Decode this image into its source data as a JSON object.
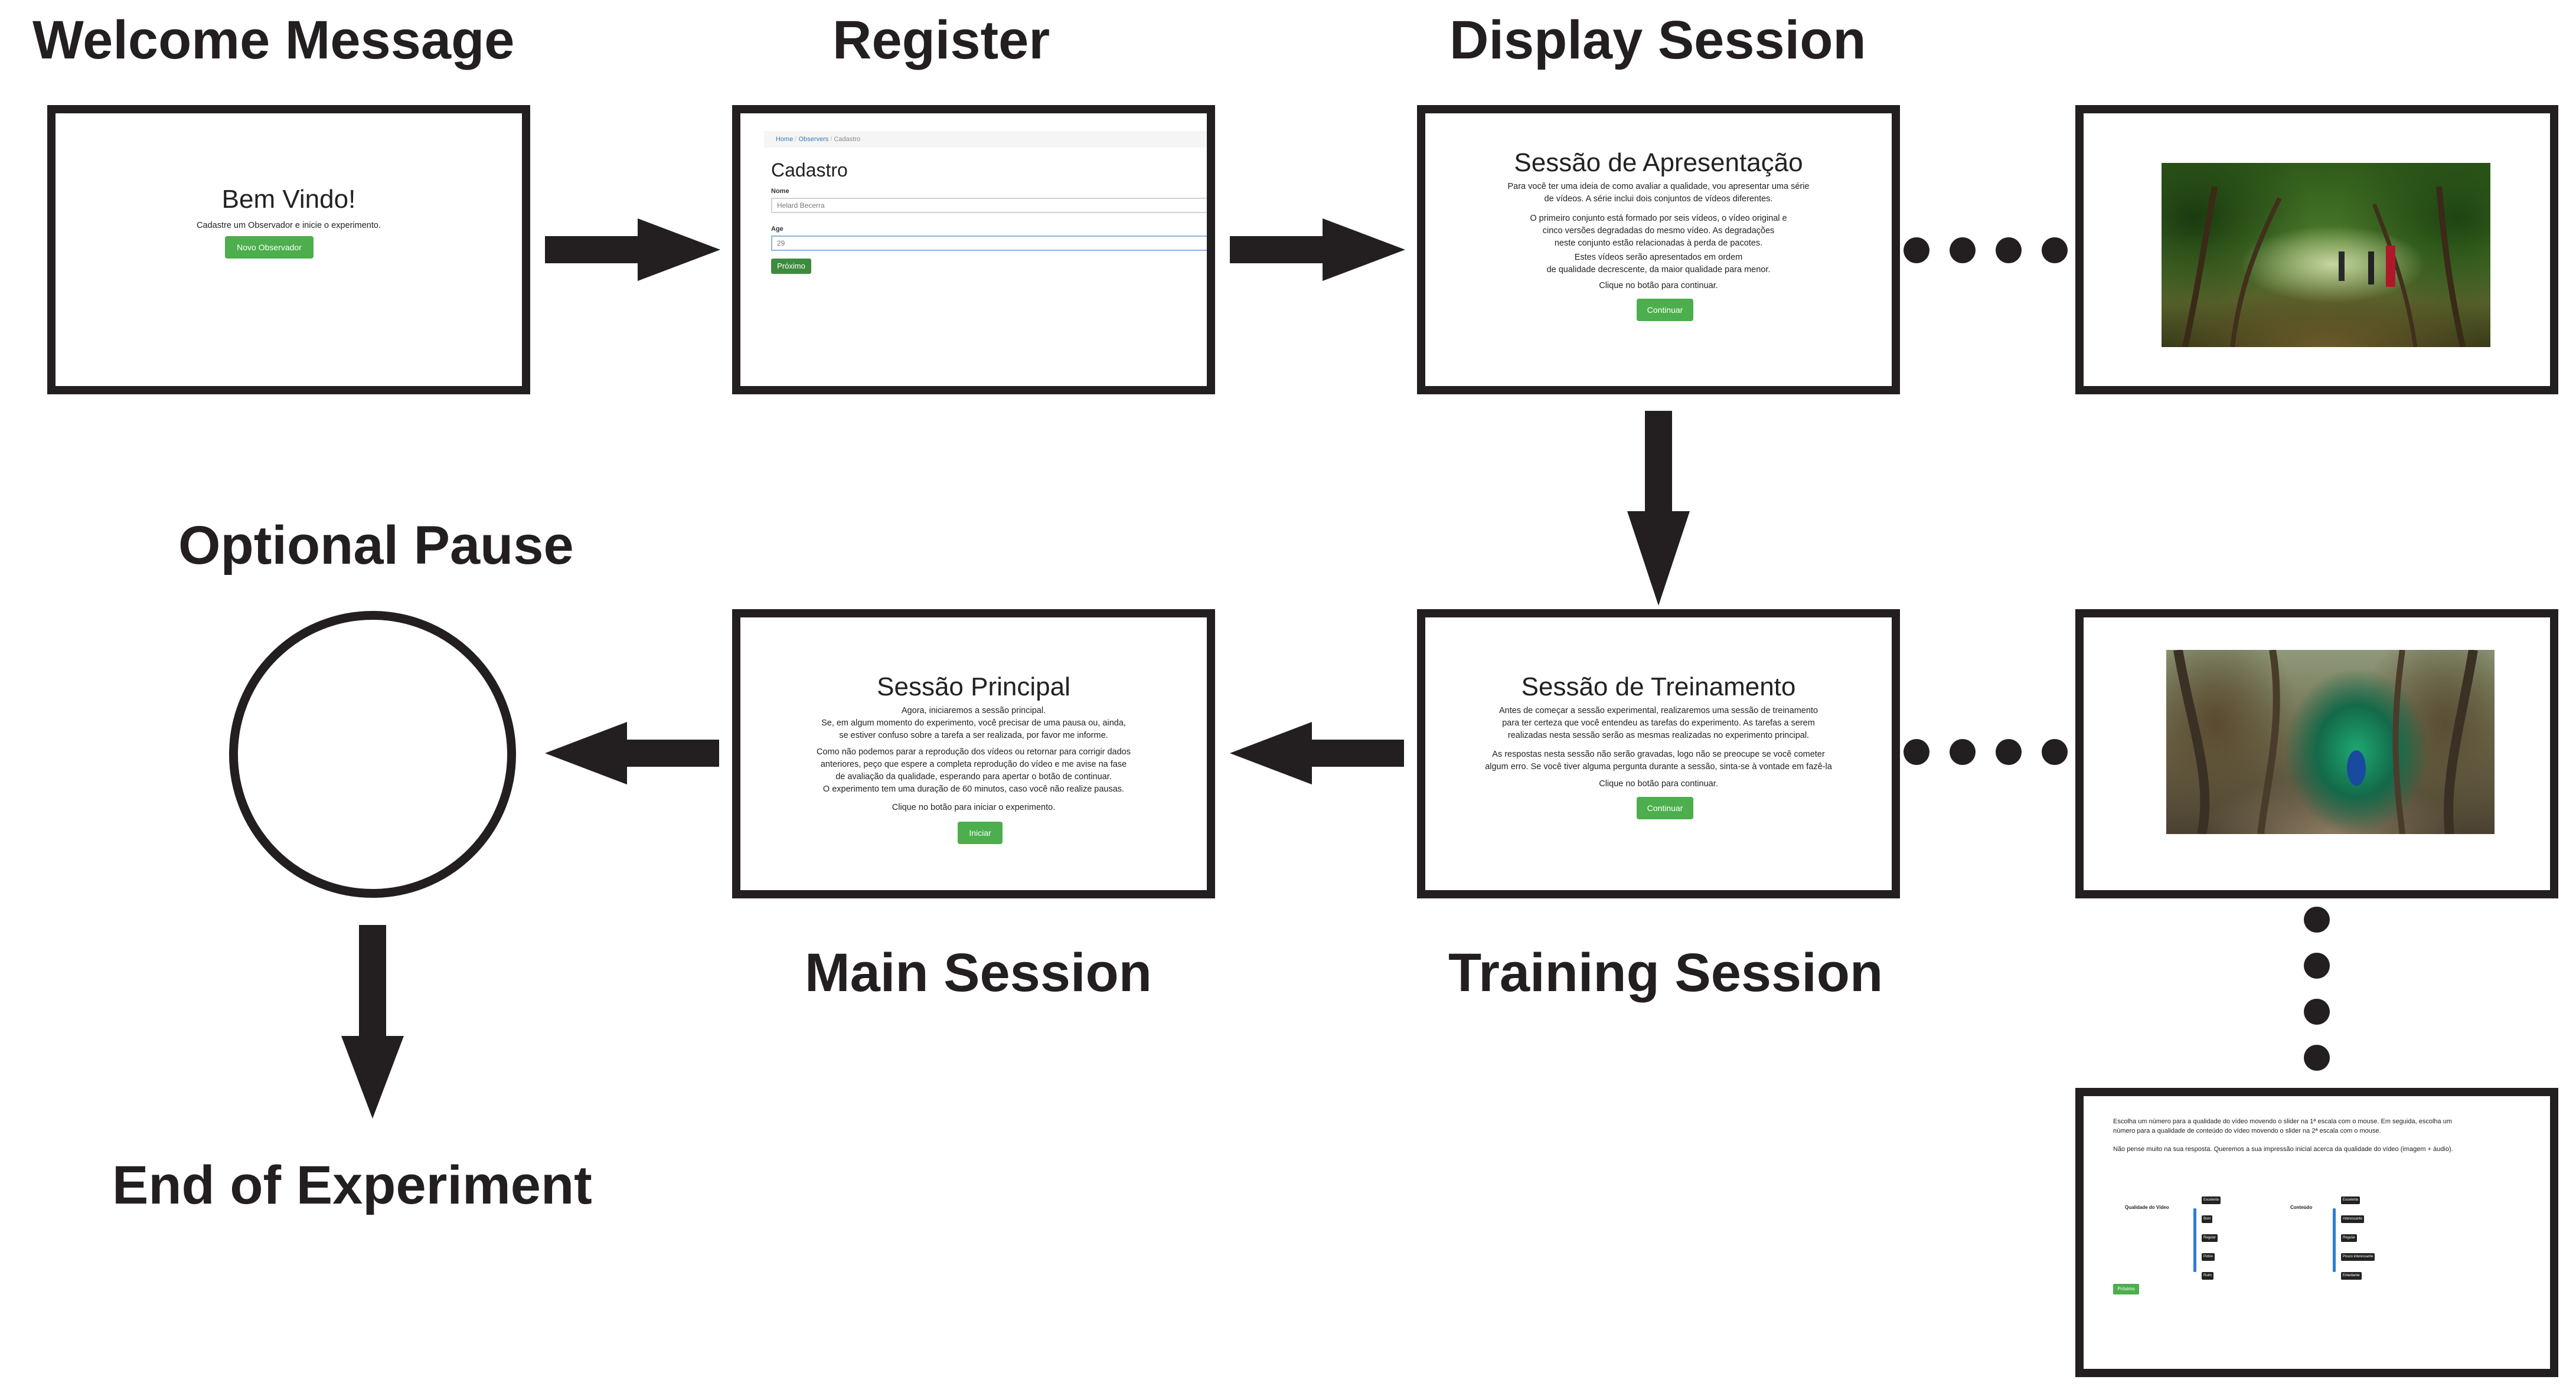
{
  "labels": {
    "welcome": "Welcome Message",
    "register": "Register",
    "display": "Display Session",
    "pause": "Optional Pause",
    "main": "Main Session",
    "training": "Training Session",
    "end": "End of Experiment"
  },
  "welcome_screen": {
    "title": "Bem Vindo!",
    "text": "Cadastre um Observador e inicie o experimento.",
    "button": "Novo Observador"
  },
  "register_screen": {
    "breadcrumb": [
      "Home",
      "Observers",
      "Cadastro"
    ],
    "title": "Cadastro",
    "name_label": "Nome",
    "name_value": "Helard Becerra",
    "age_label": "Age",
    "age_value": "29",
    "button": "Próximo"
  },
  "display_screen": {
    "title": "Sessão de Apresentação",
    "p1": "Para você ter uma ideia de como avaliar a qualidade, vou apresentar uma série\nde vídeos. A série inclui dois conjuntos de vídeos diferentes.",
    "p2": "O primeiro conjunto está formado por seis vídeos, o vídeo original e\ncinco versões degradadas do mesmo vídeo. As degradações\nneste conjunto estão relacionadas à perda de pacotes.",
    "p3": "Estes vídeos serão apresentados em ordem\nde qualidade decrescente, da maior qualidade para menor.",
    "p4": "Clique no botão para continuar.",
    "button": "Continuar"
  },
  "training_screen": {
    "title": "Sessão de Treinamento",
    "p1": "Antes de começar a sessão experimental, realizaremos uma sessão de treinamento\npara ter certeza que você entendeu as tarefas do experimento. As tarefas a serem\nrealizadas nesta sessão serão as mesmas realizadas no experimento principal.",
    "p2": "As respostas nesta sessão não serão gravadas, logo não se preocupe se você cometer\nalgum erro. Se você tiver alguma pergunta durante a sessão, sinta-se à vontade em fazê-la",
    "p3": "Clique no botão para continuar.",
    "button": "Continuar"
  },
  "main_screen": {
    "title": "Sessão Principal",
    "p1": "Agora, iniciaremos a sessão principal.\nSe, em algum momento do experimento, você precisar de uma pausa ou, ainda,\nse estiver confuso sobre a tarefa a ser realizada, por favor me informe.",
    "p2": "Como não podemos parar a reprodução dos vídeos ou retornar para corrigir dados\nanteriores, peço que espere a completa reprodução do vídeo e me avise na fase\nde avaliação da qualidade, esperando para apertar o botão de continuar.\nO experimento tem uma duração de 60 minutos, caso você não realize pausas.",
    "p3": "Clique no botão para iniciar o experimento.",
    "button": "Iniciar"
  },
  "rating_screen": {
    "p1": "Escolha um número para a qualidade do vídeo movendo o slider na 1ª escala com o mouse. Em seguida, escolha um\nnúmero para a qualidade de conteúdo do vídeo movendo o slider na 2ª escala com o mouse.",
    "p2": "Não pense muito na sua resposta. Queremos a sua impressão inicial acerca da qualidade do vídeo (imagem + áudio).",
    "scale1_label": "Qualidade do Vídeo",
    "scale1_ticks": [
      "Excelente",
      "Bom",
      "Regular",
      "Pobre",
      "Ruim"
    ],
    "scale2_label": "Conteúdo",
    "scale2_ticks": [
      "Excelente",
      "Interessante",
      "Regular",
      "Pouco interessante",
      "Entediante"
    ],
    "button": "Próximo"
  },
  "colors": {
    "ink": "#231f20",
    "button_green": "#4cae4c",
    "slider_blue": "#2a7fd4"
  },
  "icons": {
    "arrow": "block-arrow",
    "ellipsis": "dot"
  }
}
